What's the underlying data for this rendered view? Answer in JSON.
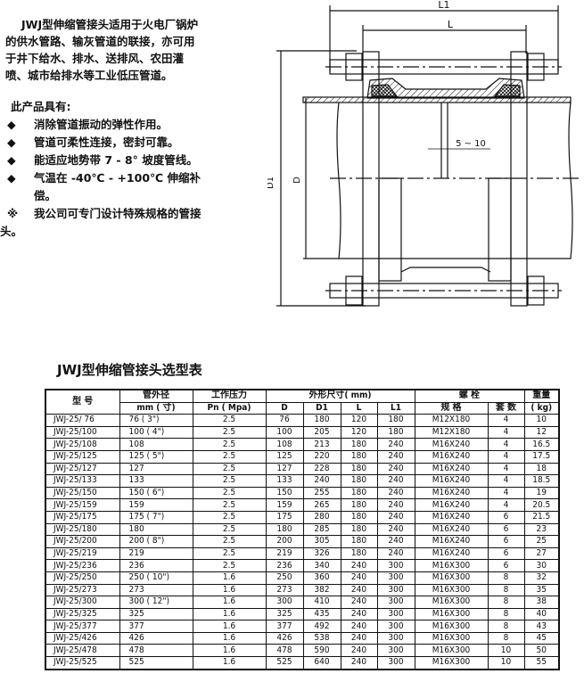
{
  "intro": "JWJ型伸缩管接头适用于火电厂锅炉的供水管路、输灰管道的联接，亦可用于井下给水、排水、送排风、农田灌喷、城市给排水等工业低压管道。",
  "features": {
    "heading": "此产品具有:",
    "bullet": "◆",
    "items": [
      "消除管道振动的弹性作用。",
      "管道可柔性连接，密封可靠。",
      "能适应地势带 7 - 8° 坡度管线。",
      "气温在 -40℃ - +100℃ 伸缩补偿。"
    ],
    "note_mark": "※",
    "note": "我公司可专门设计特殊规格的管接",
    "note_tail": "头。"
  },
  "diagram": {
    "L1": "L1",
    "L": "L",
    "D1": "D1",
    "D": "D",
    "gap": "5 ~ 10"
  },
  "table": {
    "title": "JWJ型伸缩管接头选型表",
    "headers": {
      "model": "型  号",
      "od": "管外径",
      "od_unit": "mm ( 寸)",
      "pressure": "工作压力",
      "pressure_unit": "Pn ( Mpa)",
      "dims": "外形尺寸( mm)",
      "D": "D",
      "D1": "D1",
      "L": "L",
      "L1": "L1",
      "bolt": "螺   栓",
      "spec": "规  格",
      "qty": "套  数",
      "weight": "重量",
      "weight_unit": "( kg)"
    },
    "rows": [
      [
        "JWJ-25/ 76",
        "76  ( 3\")",
        "2.5",
        "76",
        "180",
        "120",
        "180",
        "M12X180",
        "4",
        "10"
      ],
      [
        "JWJ-25/100",
        "100 ( 4\")",
        "2.5",
        "100",
        "205",
        "120",
        "180",
        "M12X180",
        "4",
        "12"
      ],
      [
        "JWJ-25/108",
        "108",
        "2.5",
        "108",
        "213",
        "180",
        "240",
        "M16X240",
        "4",
        "16.5"
      ],
      [
        "JWJ-25/125",
        "125 ( 5\")",
        "2.5",
        "125",
        "220",
        "180",
        "240",
        "M16X240",
        "4",
        "17.5"
      ],
      [
        "JWJ-25/127",
        "127",
        "2.5",
        "127",
        "228",
        "180",
        "240",
        "M16X240",
        "4",
        "18"
      ],
      [
        "JWJ-25/133",
        "133",
        "2.5",
        "133",
        "240",
        "180",
        "240",
        "M16X240",
        "4",
        "18.5"
      ],
      [
        "JWJ-25/150",
        "150 ( 6\")",
        "2.5",
        "150",
        "255",
        "180",
        "240",
        "M16X240",
        "4",
        "19"
      ],
      [
        "JWJ-25/159",
        "159",
        "2.5",
        "159",
        "265",
        "180",
        "240",
        "M16X240",
        "4",
        "20.5"
      ],
      [
        "JWJ-25/175",
        "175 ( 7\")",
        "2.5",
        "175",
        "280",
        "180",
        "240",
        "M16X240",
        "6",
        "21.5"
      ],
      [
        "JWJ-25/180",
        "180",
        "2.5",
        "180",
        "285",
        "180",
        "240",
        "M16X240",
        "6",
        "23"
      ],
      [
        "JWJ-25/200",
        "200 ( 8\")",
        "2.5",
        "200",
        "305",
        "180",
        "240",
        "M16X240",
        "6",
        "25"
      ],
      [
        "JWJ-25/219",
        "219",
        "2.5",
        "219",
        "326",
        "180",
        "240",
        "M16X240",
        "6",
        "27"
      ],
      [
        "JWJ-25/236",
        "236",
        "2.5",
        "236",
        "340",
        "240",
        "300",
        "M16X300",
        "6",
        "30"
      ],
      [
        "JWJ-25/250",
        "250 ( 10\")",
        "1.6",
        "250",
        "360",
        "240",
        "300",
        "M16X300",
        "8",
        "32"
      ],
      [
        "JWJ-25/273",
        "273",
        "1.6",
        "273",
        "382",
        "240",
        "300",
        "M16X300",
        "8",
        "35"
      ],
      [
        "JWJ-25/300",
        "300 ( 12\")",
        "1.6",
        "300",
        "410",
        "240",
        "300",
        "M16X300",
        "8",
        "38"
      ],
      [
        "JWJ-25/325",
        "325",
        "1.6",
        "325",
        "435",
        "240",
        "300",
        "M16X300",
        "8",
        "40"
      ],
      [
        "JWJ-25/377",
        "377",
        "1.6",
        "377",
        "492",
        "240",
        "300",
        "M16X300",
        "8",
        "43"
      ],
      [
        "JWJ-25/426",
        "426",
        "1.6",
        "426",
        "538",
        "240",
        "300",
        "M16X300",
        "8",
        "45"
      ],
      [
        "JWJ-25/478",
        "478",
        "1.6",
        "478",
        "590",
        "240",
        "300",
        "M16X300",
        "10",
        "50"
      ],
      [
        "JWJ-25/525",
        "525",
        "1.6",
        "525",
        "640",
        "240",
        "300",
        "M16X300",
        "10",
        "55"
      ]
    ]
  }
}
